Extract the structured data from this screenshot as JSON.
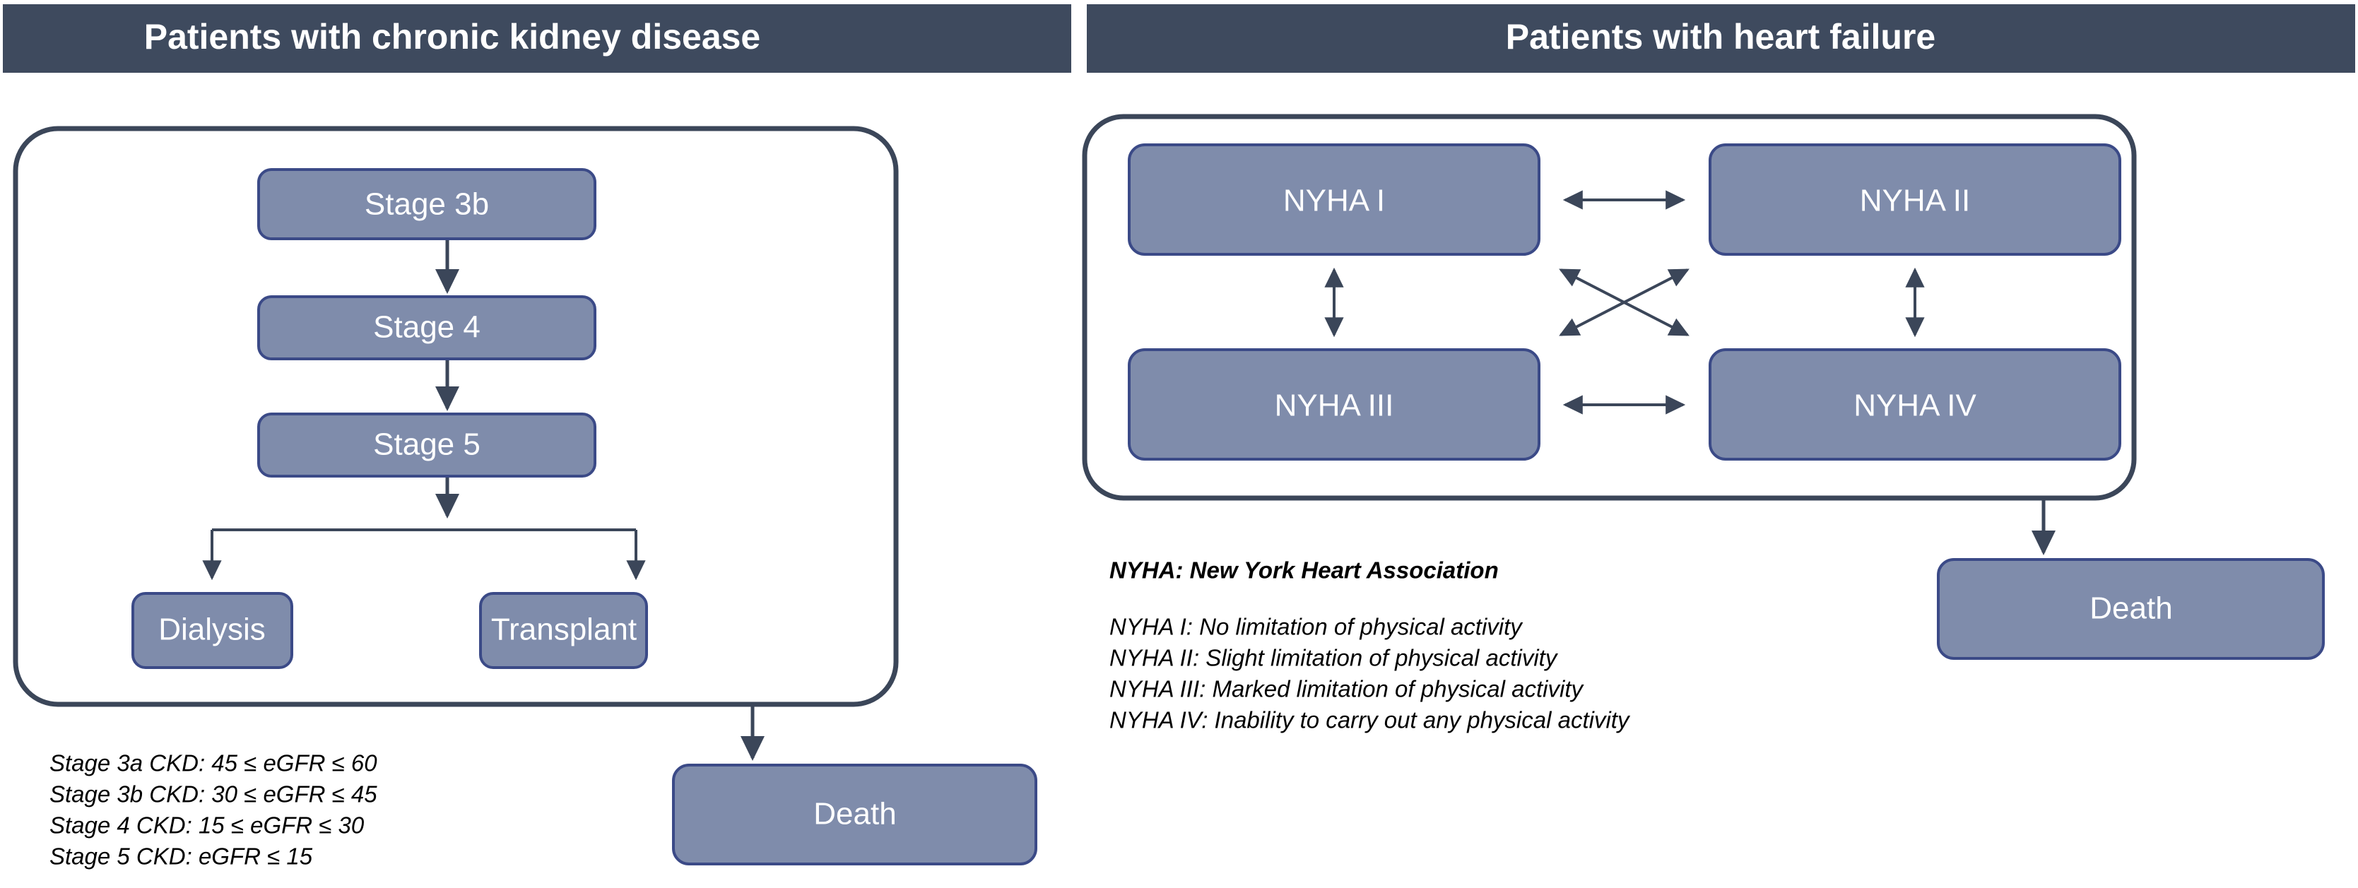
{
  "panels": [
    {
      "id": "ckd",
      "header": "Patients with chronic kidney disease",
      "nodes": [
        {
          "id": "stage3b",
          "label": "Stage 3b"
        },
        {
          "id": "stage4",
          "label": "Stage 4"
        },
        {
          "id": "stage5",
          "label": "Stage 5"
        },
        {
          "id": "dialysis",
          "label": "Dialysis"
        },
        {
          "id": "transplant",
          "label": "Transplant"
        },
        {
          "id": "death_ckd",
          "label": "Death"
        }
      ],
      "legend": {
        "lines": [
          "Stage 3a CKD: 45 ≤ eGFR ≤ 60",
          "Stage 3b CKD: 30 ≤ eGFR ≤ 45",
          "Stage 4 CKD: 15 ≤ eGFR ≤ 30",
          "Stage 5 CKD: eGFR ≤ 15"
        ]
      }
    },
    {
      "id": "hf",
      "header": "Patients with heart failure",
      "nodes": [
        {
          "id": "nyha1",
          "label": "NYHA I"
        },
        {
          "id": "nyha2",
          "label": "NYHA II"
        },
        {
          "id": "nyha3",
          "label": "NYHA III"
        },
        {
          "id": "nyha4",
          "label": "NYHA IV"
        },
        {
          "id": "death_hf",
          "label": "Death"
        }
      ],
      "legend": {
        "title": "NYHA: New York Heart Association",
        "lines": [
          "NYHA I: No limitation of physical activity",
          "NYHA II: Slight limitation of physical activity",
          "NYHA III: Marked limitation of physical activity",
          "NYHA IV: Inability to carry out any physical activity"
        ]
      }
    }
  ],
  "colors": {
    "header_bg": "#3e4a5e",
    "header_text": "#ffffff",
    "node_fill": "#7f8cab",
    "node_border": "#3b4a87",
    "node_text": "#ffffff",
    "connector": "#3b4659",
    "container_border": "#3b4659",
    "page_bg": "#ffffff",
    "legend_text": "#000000"
  }
}
